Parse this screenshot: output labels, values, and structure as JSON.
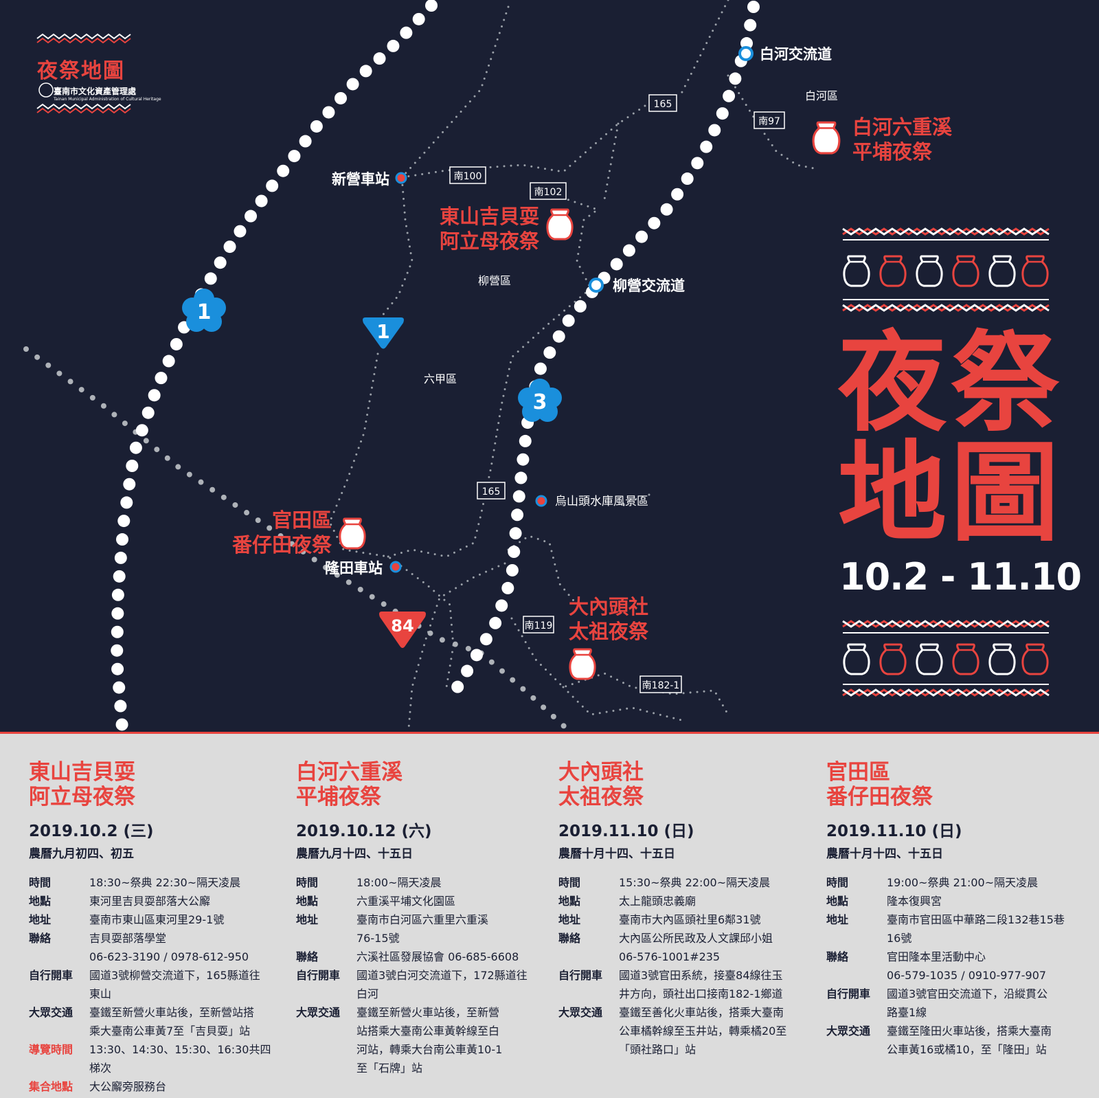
{
  "logo": {
    "title": "夜祭地圖",
    "org": "臺南市文化資產管理處",
    "org_en": "Tainan Municipal Administration of Cultural Heritage"
  },
  "poster": {
    "title_line1": "夜祭",
    "title_line2": "地圖",
    "dates": "10.2 - 11.10"
  },
  "colors": {
    "background": "#1a1f33",
    "accent": "#e8443f",
    "highway_blue": "#1a8fdc",
    "panel": "#dcdcdc",
    "route_gray": "#9aa0a8"
  },
  "map": {
    "highways": {
      "national_1": "1",
      "provincial_1": "1",
      "national_3": "3",
      "provincial_84": "84"
    },
    "road_tags": {
      "r165a": "165",
      "r165b": "165",
      "nan100": "南100",
      "nan102": "南102",
      "nan97": "南97",
      "nan119": "南119",
      "nan182": "南182-1"
    },
    "stations": {
      "xinying": "新營車站",
      "longtian": "隆田車站",
      "wushantou": "烏山頭水庫風景區"
    },
    "interchanges": {
      "baihe": "白河交流道",
      "liuying": "柳營交流道"
    },
    "districts": {
      "baihe": "白河區",
      "liuying": "柳營區",
      "liujia": "六甲區"
    },
    "festivals": {
      "dongshan": {
        "line1": "東山吉貝耍",
        "line2": "阿立母夜祭"
      },
      "baihe": {
        "line1": "白河六重溪",
        "line2": "平埔夜祭"
      },
      "danei": {
        "line1": "大內頭社",
        "line2": "太祖夜祭"
      },
      "guantian": {
        "line1": "官田區",
        "line2": "番仔田夜祭"
      }
    }
  },
  "events": [
    {
      "title": "東山吉貝耍\n阿立母夜祭",
      "date": "2019.10.2 (三)",
      "lunar": "農曆九月初四、初五",
      "rows": [
        {
          "k": "時間",
          "v": "18:30~祭典 22:30~隔天凌晨"
        },
        {
          "k": "地點",
          "v": "東河里吉貝耍部落大公廨"
        },
        {
          "k": "地址",
          "v": "臺南市東山區東河里29-1號"
        },
        {
          "k": "聯絡",
          "v": "吉貝耍部落學堂\n06-623-3190 / 0978-612-950"
        },
        {
          "k": "自行開車",
          "v": "國道3號柳營交流道下，165縣道往\n東山"
        },
        {
          "k": "大眾交通",
          "v": "臺鐵至新營火車站後，至新營站搭\n乘大臺南公車黃7至「吉貝耍」站"
        },
        {
          "k": "導覽時間",
          "v": "13:30、14:30、15:30、16:30共四梯次",
          "red": true
        },
        {
          "k": "集合地點",
          "v": "大公廨旁服務台",
          "red": true
        }
      ]
    },
    {
      "title": "白河六重溪\n平埔夜祭",
      "date": "2019.10.12 (六)",
      "lunar": "農曆九月十四、十五日",
      "rows": [
        {
          "k": "時間",
          "v": "18:00~隔天凌晨"
        },
        {
          "k": "地點",
          "v": "六重溪平埔文化園區"
        },
        {
          "k": "地址",
          "v": "臺南市白河區六重里六重溪\n76-15號"
        },
        {
          "k": "聯絡",
          "v": "六溪社區發展協會 06-685-6608"
        },
        {
          "k": "自行開車",
          "v": "國道3號白河交流道下，172縣道往\n白河"
        },
        {
          "k": "大眾交通",
          "v": "臺鐵至新營火車站後，至新營\n站搭乘大臺南公車黃幹線至白\n河站，轉乘大台南公車黃10-1\n至「石牌」站"
        }
      ]
    },
    {
      "title": "大內頭社\n太祖夜祭",
      "date": "2019.11.10 (日)",
      "lunar": "農曆十月十四、十五日",
      "rows": [
        {
          "k": "時間",
          "v": "15:30~祭典 22:00~隔天凌晨"
        },
        {
          "k": "地點",
          "v": "太上龍頭忠義廟"
        },
        {
          "k": "地址",
          "v": "臺南市大內區頭社里6鄰31號"
        },
        {
          "k": "聯絡",
          "v": "大內區公所民政及人文課邱小姐\n06-576-1001#235"
        },
        {
          "k": "自行開車",
          "v": "國道3號官田系統，接臺84線往玉\n井方向，頭社出口接南182-1鄉道"
        },
        {
          "k": "大眾交通",
          "v": "臺鐵至善化火車站後，搭乘大臺南\n公車橘幹線至玉井站，轉乘橘20至\n「頭社路口」站"
        }
      ]
    },
    {
      "title": "官田區\n番仔田夜祭",
      "date": "2019.11.10 (日)",
      "lunar": "農曆十月十四、十五日",
      "rows": [
        {
          "k": "時間",
          "v": "19:00~祭典 21:00~隔天凌晨"
        },
        {
          "k": "地點",
          "v": "隆本復興宮"
        },
        {
          "k": "地址",
          "v": "臺南市官田區中華路二段132巷15巷\n16號"
        },
        {
          "k": "聯絡",
          "v": "官田隆本里活動中心\n06-579-1035 / 0910-977-907"
        },
        {
          "k": "自行開車",
          "v": "國道3號官田交流道下，沿縱貫公\n路臺1線"
        },
        {
          "k": "大眾交通",
          "v": "臺鐵至隆田火車站後，搭乘大臺南\n公車黃16或橘10，至「隆田」站"
        }
      ]
    }
  ]
}
